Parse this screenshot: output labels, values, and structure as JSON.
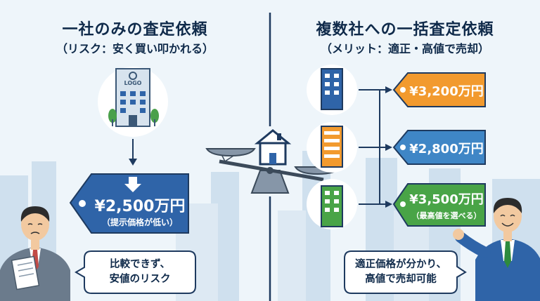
{
  "left": {
    "title": "一社のみの査定依頼",
    "subtitle": "（リスク：安く買い叩かれる）",
    "logo_text": "LOGO",
    "price": "¥2,500万円",
    "price_note": "（提示価格が低い）",
    "bubble_lines": [
      "比較できず、",
      "安値のリスク"
    ]
  },
  "right": {
    "title": "複数社への一括査定依頼",
    "subtitle": "（メリット：適正・高値で売却）",
    "offers": [
      {
        "price": "¥3,200万円",
        "color": "#f29a2e"
      },
      {
        "price": "¥2,800万円",
        "color": "#3f86c6"
      },
      {
        "price": "¥3,500万円",
        "note": "（最高値を選べる）",
        "color": "#49a447"
      }
    ],
    "bubble_lines": [
      "適正価格が分かり、",
      "高値で売却可能"
    ]
  },
  "colors": {
    "navy": "#0f2a4a",
    "tag_blue": "#2f64a8",
    "divider": "#1e3a5f"
  }
}
